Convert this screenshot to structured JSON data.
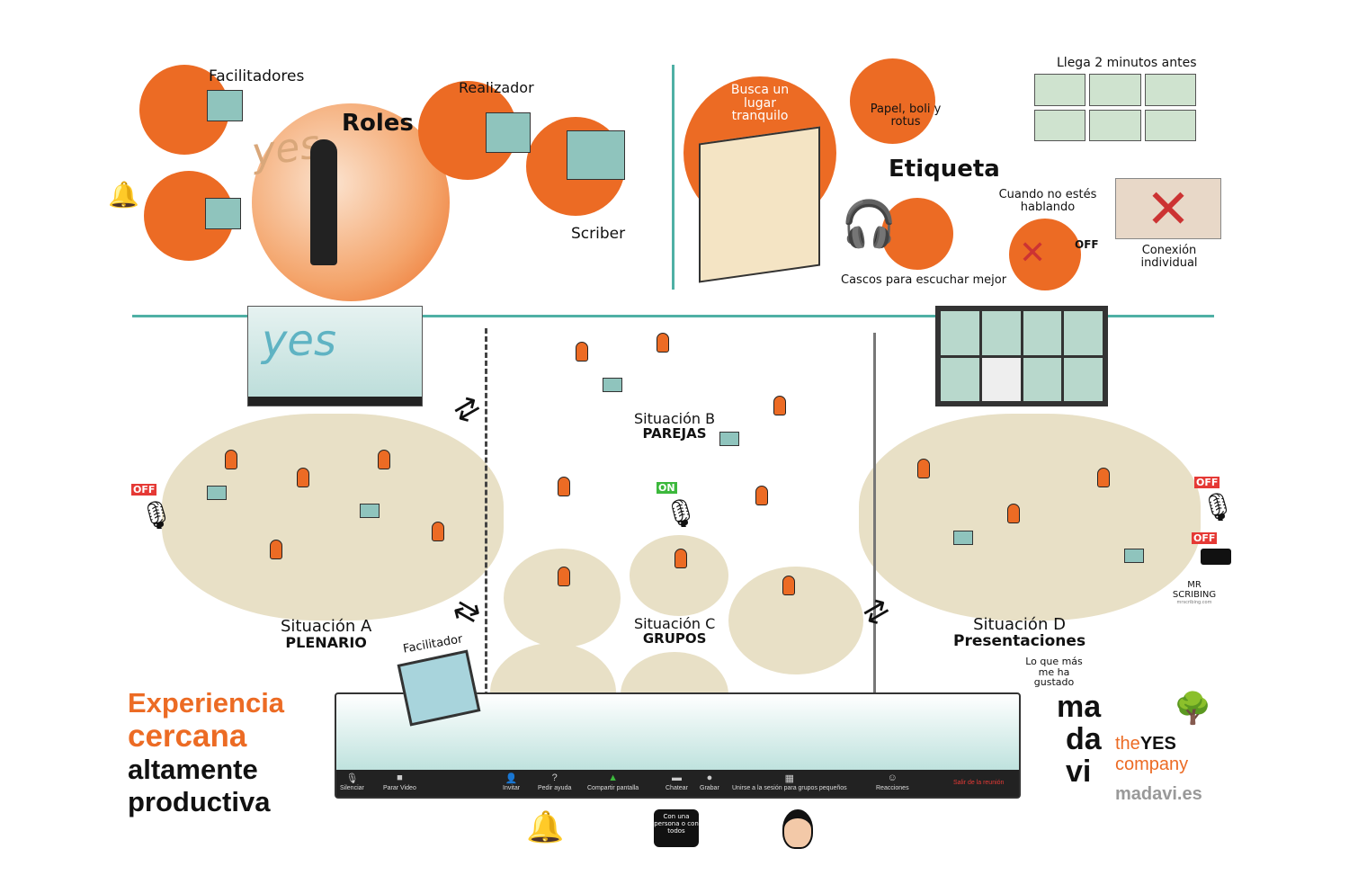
{
  "roles": {
    "title": "Roles",
    "facilitators": "Facilitadores",
    "producer": "Realizador",
    "scriber": "Scriber",
    "screen_word": "yes"
  },
  "etiquette": {
    "title": "Etiqueta",
    "quiet_place": "Busca un lugar tranquilo",
    "paper": "Papel, boli y rotus",
    "arrive_early": "Llega 2 minutos antes",
    "headphones": "Cascos para escuchar mejor",
    "mute": "Cuando no estés hablando",
    "mute_off": "OFF",
    "individual": "Conexión individual"
  },
  "situations": [
    {
      "label": "Situación A",
      "name": "PLENARIO"
    },
    {
      "label": "Situación B",
      "name": "PAREJAS"
    },
    {
      "label": "Situación C",
      "name": "GRUPOS"
    },
    {
      "label": "Situación D",
      "name": "Presentaciones"
    }
  ],
  "presentation_note": "Lo que más me ha gustado",
  "facilitator_label": "Facilitador",
  "mic_states": {
    "left": "OFF",
    "center": "ON",
    "right": "OFF",
    "camera": "OFF"
  },
  "screen_word": "yes",
  "toolbar": {
    "items": [
      "Silenciar",
      "Parar Video",
      "Invitar",
      "Pedir ayuda",
      "Compartir pantalla",
      "Chatear",
      "Grabar",
      "Unirse a la sesión para grupos pequeños",
      "Reacciones"
    ],
    "leave": "Salir de la reunión",
    "share_color": "#3cb83c",
    "leave_color": "#e53935"
  },
  "chat_bubble": "Con una persona o con todos",
  "tagline": {
    "line1": "Experiencia",
    "line2": "cercana",
    "line3": "altamente",
    "line4": "productiva"
  },
  "logo": {
    "ma": "ma",
    "da": "da",
    "vi": "vi",
    "the": "the",
    "yes": "YES",
    "company": "company",
    "url": "madavi.es"
  },
  "credit": {
    "name": "MR SCRIBING",
    "url": "mrscribing.com"
  },
  "colors": {
    "orange": "#ec6b24",
    "teal": "#4fb0a5",
    "beige": "#e8e0c6"
  }
}
